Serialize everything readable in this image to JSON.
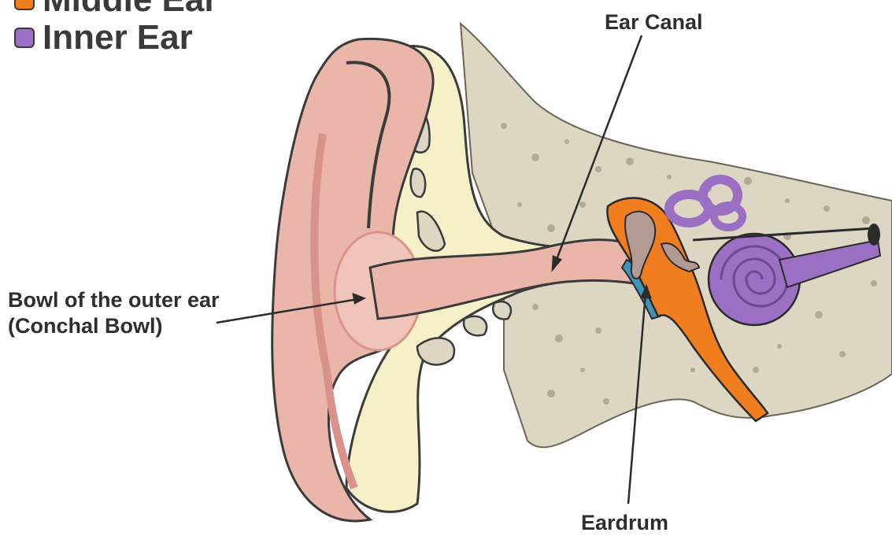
{
  "legend": {
    "items": [
      {
        "label": "Middle Ear",
        "color": "#f07d1e"
      },
      {
        "label": "Inner Ear",
        "color": "#9b6fc4"
      }
    ]
  },
  "labels": {
    "ear_canal": "Ear Canal",
    "conchal_line1": "Bowl of the outer ear",
    "conchal_line2": "(Conchal Bowl)",
    "eardrum": "Eardrum"
  },
  "colors": {
    "skin": "#eab6aa",
    "skin_dark": "#d9938a",
    "cartilage": "#f6f0c8",
    "bone": "#dcd6c3",
    "bone_spots": "#b2aa92",
    "middle_ear": "#f07d1e",
    "inner_ear": "#9b6fc4",
    "eardrum": "#3f95b7",
    "ossicle": "#b39a93"
  }
}
